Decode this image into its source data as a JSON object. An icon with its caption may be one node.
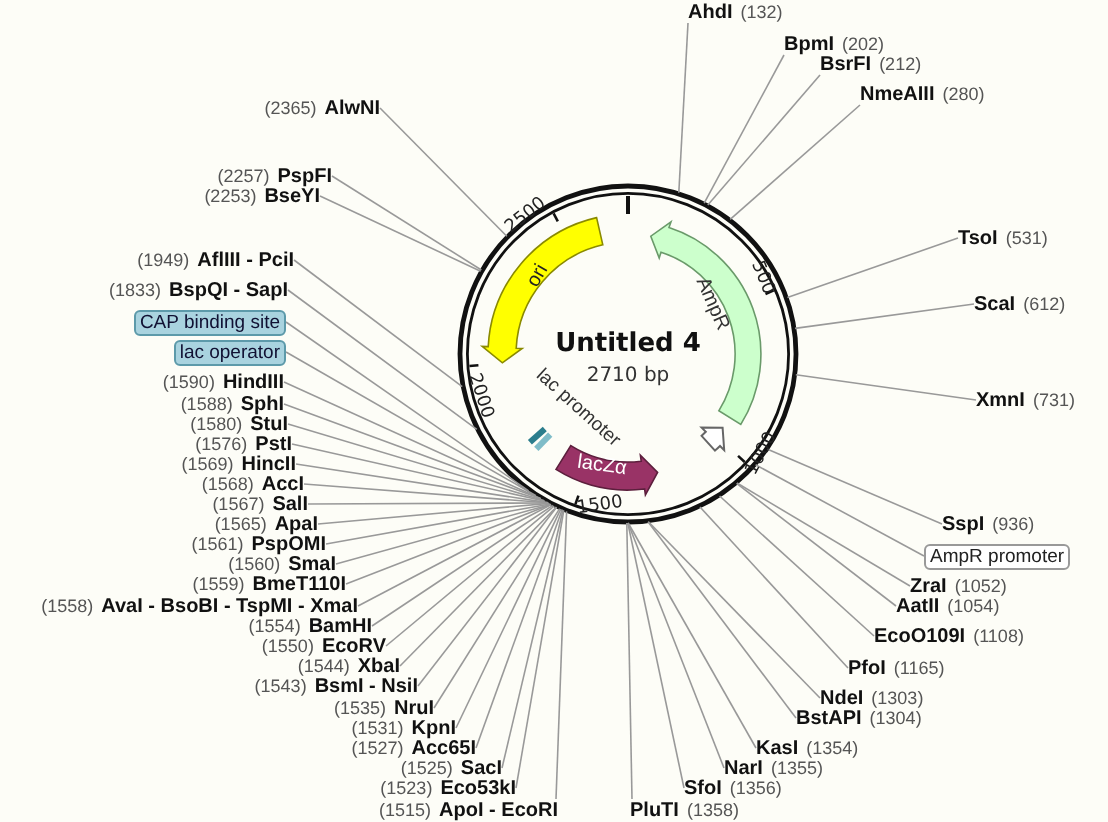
{
  "diagram": {
    "nodes": [
      {
        "text": [
          "Untitled 4",
          "2710 bp"
        ]
      },
      {
        "text": [
          "ori"
        ],
        "in": 0
      },
      {
        "text": [
          "AmpR"
        ],
        "in": 0
      },
      {
        "text": [],
        "shape": "arrow",
        "in": 0
      },
      {
        "text": [
          "lac promoter"
        ],
        "in": 0
      },
      {
        "text": [
          "lacZα"
        ],
        "in": 0
      },
      {
        "text": [
          "AhdI"
        ],
        "beside": [
          "(132)"
        ]
      },
      {
        "text": [
          "BpmI"
        ],
        "beside": [
          "(202)"
        ]
      },
      {
        "text": [
          "BsrFI"
        ],
        "beside": [
          "(212)"
        ]
      },
      {
        "text": [
          "NmeAIII"
        ],
        "beside": [
          "(280)"
        ]
      },
      {
        "text": [
          "TsoI"
        ],
        "beside": [
          "(531)"
        ]
      },
      {
        "text": [
          "ScaI"
        ],
        "beside": [
          "(612)"
        ]
      },
      {
        "text": [
          "XmnI"
        ],
        "beside": [
          "(731)"
        ]
      },
      {
        "text": [
          "SspI"
        ],
        "beside": [
          "(936)"
        ]
      },
      {
        "text": [
          "AmpR promoter"
        ]
      },
      {
        "text": [
          "ZraI"
        ],
        "beside": [
          "(1052)"
        ]
      },
      {
        "text": [
          "AatII"
        ],
        "beside": [
          "(1054)"
        ]
      },
      {
        "text": [
          "EcoO109I"
        ],
        "beside": [
          "(1108)"
        ]
      },
      {
        "text": [
          "PfoI"
        ],
        "beside": [
          "(1165)"
        ]
      },
      {
        "text": [
          "NdeI"
        ],
        "beside": [
          "(1303)"
        ]
      },
      {
        "text": [
          "BstAPI"
        ],
        "beside": [
          "(1304)"
        ]
      },
      {
        "text": [
          "KasI"
        ],
        "beside": [
          "(1354)"
        ]
      },
      {
        "text": [
          "NarI"
        ],
        "beside": [
          "(1355)"
        ]
      },
      {
        "text": [
          "SfoI"
        ],
        "beside": [
          "(1356)"
        ]
      },
      {
        "text": [
          "PluTI"
        ],
        "beside": [
          "(1358)"
        ]
      },
      {
        "text": [
          "AlwNI"
        ],
        "beside": [
          "(2365)"
        ]
      },
      {
        "text": [
          "PspFI"
        ],
        "beside": [
          "(2257)"
        ]
      },
      {
        "text": [
          "BseYI"
        ],
        "beside": [
          "(2253)"
        ]
      },
      {
        "text": [
          "AflIII - PciI"
        ],
        "beside": [
          "(1949)"
        ]
      },
      {
        "text": [
          "BspQI - SapI"
        ],
        "beside": [
          "(1833)"
        ]
      },
      {
        "text": [
          "CAP binding site"
        ]
      },
      {
        "text": [
          "lac operator"
        ]
      },
      {
        "text": [
          "HindIII"
        ],
        "beside": [
          "(1590)"
        ]
      },
      {
        "text": [
          "SphI"
        ],
        "beside": [
          "(1588)"
        ]
      },
      {
        "text": [
          "StuI"
        ],
        "beside": [
          "(1580)"
        ]
      },
      {
        "text": [
          "PstI"
        ],
        "beside": [
          "(1576)"
        ]
      },
      {
        "text": [
          "HincII"
        ],
        "beside": [
          "(1569)"
        ]
      },
      {
        "text": [
          "AccI"
        ],
        "beside": [
          "(1568)"
        ]
      },
      {
        "text": [
          "SalI"
        ],
        "beside": [
          "(1567)"
        ]
      },
      {
        "text": [
          "ApaI"
        ],
        "beside": [
          "(1565)"
        ]
      },
      {
        "text": [
          "PspOMI"
        ],
        "beside": [
          "(1561)"
        ]
      },
      {
        "text": [
          "SmaI"
        ],
        "beside": [
          "(1560)"
        ]
      },
      {
        "text": [
          "BmeT110I"
        ],
        "beside": [
          "(1559)"
        ]
      },
      {
        "text": [
          "AvaI - BsoBI - TspMI - XmaI"
        ],
        "beside": [
          "(1558)"
        ]
      },
      {
        "text": [
          "BamHI"
        ],
        "beside": [
          "(1554)"
        ]
      },
      {
        "text": [
          "EcoRV"
        ],
        "beside": [
          "(1550)"
        ]
      },
      {
        "text": [
          "XbaI"
        ],
        "beside": [
          "(1544)"
        ]
      },
      {
        "text": [
          "BsmI - NsiI"
        ],
        "beside": [
          "(1543)"
        ]
      },
      {
        "text": [
          "NruI"
        ],
        "beside": [
          "(1535)"
        ]
      },
      {
        "text": [
          "KpnI"
        ],
        "beside": [
          "(1531)"
        ]
      },
      {
        "text": [
          "Acc65I"
        ],
        "beside": [
          "(1527)"
        ]
      },
      {
        "text": [
          "SacI"
        ],
        "beside": [
          "(1525)"
        ]
      },
      {
        "text": [
          "Eco53kI"
        ],
        "beside": [
          "(1523)"
        ]
      },
      {
        "text": [
          "ApoI - EcoRI"
        ],
        "beside": [
          "(1515)"
        ]
      }
    ],
    "edges": [
      {
        "from": 6,
        "to": 0,
        "arrow": "none"
      },
      {
        "from": 7,
        "to": 0,
        "arrow": "none"
      },
      {
        "from": 8,
        "to": 0,
        "arrow": "none"
      },
      {
        "from": 9,
        "to": 0,
        "arrow": "none"
      },
      {
        "from": 10,
        "to": 0,
        "arrow": "none"
      },
      {
        "from": 11,
        "to": 0,
        "arrow": "none"
      },
      {
        "from": 12,
        "to": 0,
        "arrow": "none"
      },
      {
        "from": 13,
        "to": 0,
        "arrow": "none"
      },
      {
        "from": 14,
        "to": 0,
        "arrow": "none"
      },
      {
        "from": 15,
        "to": 0,
        "arrow": "none"
      },
      {
        "from": 16,
        "to": 0,
        "arrow": "none"
      },
      {
        "from": 17,
        "to": 0,
        "arrow": "none"
      },
      {
        "from": 18,
        "to": 0,
        "arrow": "none"
      },
      {
        "from": 19,
        "to": 0,
        "arrow": "none"
      },
      {
        "from": 20,
        "to": 0,
        "arrow": "none"
      },
      {
        "from": 21,
        "to": 0,
        "arrow": "none"
      },
      {
        "from": 22,
        "to": 0,
        "arrow": "none"
      },
      {
        "from": 23,
        "to": 0,
        "arrow": "none"
      },
      {
        "from": 24,
        "to": 0,
        "arrow": "none"
      },
      {
        "from": 25,
        "to": 0,
        "arrow": "none"
      },
      {
        "from": 26,
        "to": 0,
        "arrow": "none"
      },
      {
        "from": 27,
        "to": 0,
        "arrow": "none"
      },
      {
        "from": 28,
        "to": 0,
        "arrow": "none"
      },
      {
        "from": 29,
        "to": 0,
        "arrow": "none"
      },
      {
        "from": 30,
        "to": 0,
        "arrow": "none"
      },
      {
        "from": 31,
        "to": 0,
        "arrow": "none"
      },
      {
        "from": 32,
        "to": 0,
        "arrow": "none"
      },
      {
        "from": 33,
        "to": 0,
        "arrow": "none"
      },
      {
        "from": 34,
        "to": 0,
        "arrow": "none"
      },
      {
        "from": 35,
        "to": 0,
        "arrow": "none"
      },
      {
        "from": 36,
        "to": 0,
        "arrow": "none"
      },
      {
        "from": 37,
        "to": 0,
        "arrow": "none"
      },
      {
        "from": 38,
        "to": 0,
        "arrow": "none"
      },
      {
        "from": 39,
        "to": 0,
        "arrow": "none"
      },
      {
        "from": 40,
        "to": 0,
        "arrow": "none"
      },
      {
        "from": 41,
        "to": 0,
        "arrow": "none"
      },
      {
        "from": 42,
        "to": 0,
        "arrow": "none"
      },
      {
        "from": 43,
        "to": 0,
        "arrow": "none"
      },
      {
        "from": 44,
        "to": 0,
        "arrow": "none"
      },
      {
        "from": 45,
        "to": 0,
        "arrow": "none"
      },
      {
        "from": 46,
        "to": 0,
        "arrow": "none"
      },
      {
        "from": 47,
        "to": 0,
        "arrow": "none"
      },
      {
        "from": 48,
        "to": 0,
        "arrow": "none"
      },
      {
        "from": 49,
        "to": 0,
        "arrow": "none"
      },
      {
        "from": 50,
        "to": 0,
        "arrow": "none"
      },
      {
        "from": 51,
        "to": 0,
        "arrow": "none"
      },
      {
        "from": 52,
        "to": 0,
        "arrow": "none"
      },
      {
        "from": 53,
        "to": 0,
        "arrow": "none"
      }
    ],
    "labels": [
      "2500",
      "500",
      "2000",
      "1000",
      "1500"
    ]
  }
}
